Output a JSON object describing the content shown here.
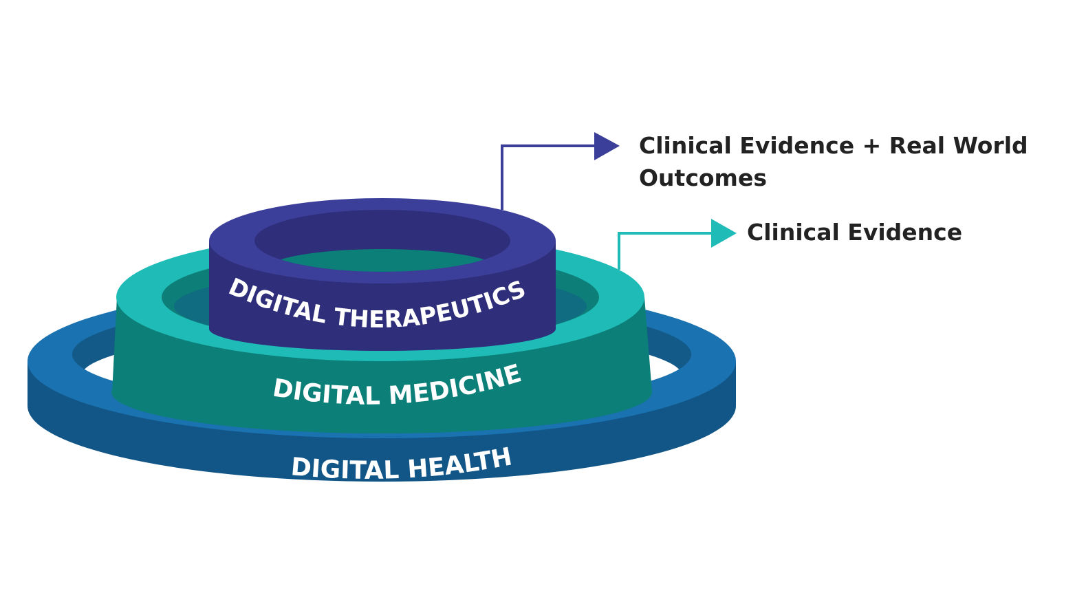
{
  "rings": {
    "outer": {
      "label": "DIGITAL HEALTH",
      "color_top": "#1a72b0",
      "color_side": "#125687"
    },
    "middle": {
      "label": "DIGITAL MEDICINE",
      "color_top": "#1fbbb7",
      "color_side": "#0b7f78"
    },
    "inner": {
      "label": "DIGITAL THERAPEUTICS",
      "color_top": "#3c3f9a",
      "color_side": "#2f2e7a"
    }
  },
  "callouts": {
    "therapeutics": {
      "line1": "Clinical Evidence + Real World",
      "line2": "Outcomes",
      "color": "#3c3f9a"
    },
    "medicine": {
      "text": "Clinical Evidence",
      "color": "#1fbbb7"
    }
  }
}
